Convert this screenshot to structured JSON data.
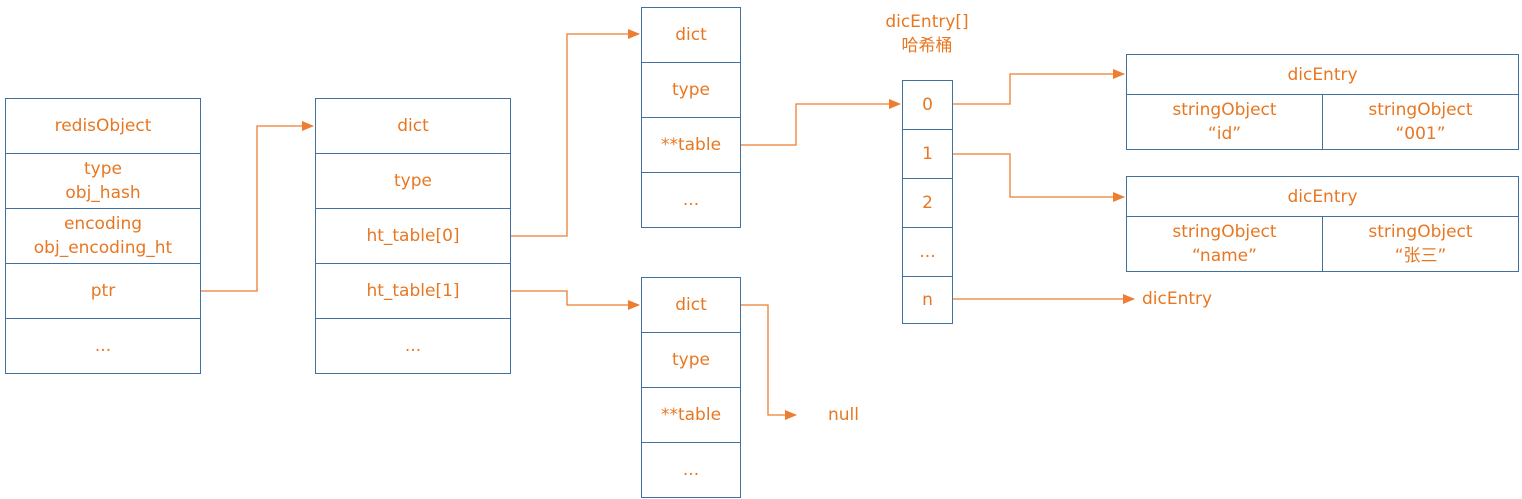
{
  "redisObject": {
    "rows": [
      [
        "redisObject"
      ],
      [
        "type",
        "obj_hash"
      ],
      [
        "encoding",
        "obj_encoding_ht"
      ],
      [
        "ptr"
      ],
      [
        "..."
      ]
    ]
  },
  "dict_main": {
    "rows": [
      [
        "dict"
      ],
      [
        "type"
      ],
      [
        "ht_table[0]"
      ],
      [
        "ht_table[1]"
      ],
      [
        "..."
      ]
    ]
  },
  "dict_table0": {
    "rows": [
      [
        "dict"
      ],
      [
        "type"
      ],
      [
        "**table"
      ],
      [
        "..."
      ]
    ]
  },
  "dict_table1": {
    "rows": [
      [
        "dict"
      ],
      [
        "type"
      ],
      [
        "**table"
      ],
      [
        "..."
      ]
    ]
  },
  "buckets": {
    "title": "dicEntry[]",
    "subtitle": "哈希桶",
    "rows": [
      [
        "0"
      ],
      [
        "1"
      ],
      [
        "2"
      ],
      [
        "..."
      ],
      [
        "n"
      ]
    ]
  },
  "entries": [
    {
      "head": "dicEntry",
      "key_label": "stringObject",
      "key": "“id”",
      "val_label": "stringObject",
      "val": "“001”"
    },
    {
      "head": "dicEntry",
      "key_label": "stringObject",
      "key": "“name”",
      "val_label": "stringObject",
      "val": "“张三”"
    }
  ],
  "null_label": "null",
  "tail_entry_label": "dicEntry",
  "colors": {
    "border": "#41719c",
    "text": "#e87722",
    "arrow": "#ed7d31"
  }
}
